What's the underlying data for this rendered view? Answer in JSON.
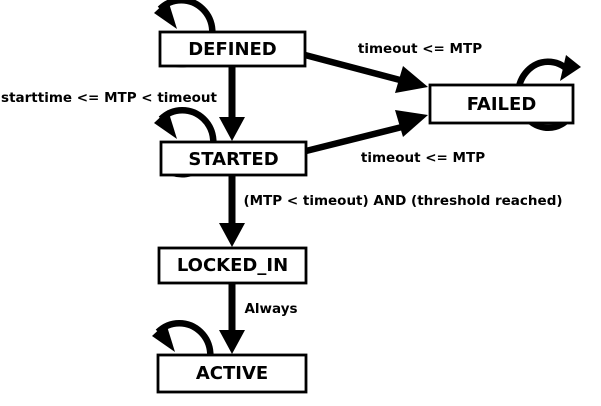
{
  "diagram": {
    "title": "state-machine-diagram",
    "colors": {
      "background": "#ffffff",
      "foreground": "#000000",
      "state_fill": "#ffffff"
    },
    "states": [
      {
        "id": "defined",
        "label": "DEFINED",
        "has_self_loop": true
      },
      {
        "id": "failed",
        "label": "FAILED",
        "has_self_loop": true
      },
      {
        "id": "started",
        "label": "STARTED",
        "has_self_loop": true
      },
      {
        "id": "locked_in",
        "label": "LOCKED_IN",
        "has_self_loop": false
      },
      {
        "id": "active",
        "label": "ACTIVE",
        "has_self_loop": true
      }
    ],
    "transitions": [
      {
        "from": "DEFINED",
        "to": "STARTED",
        "label": "starttime <= MTP < timeout"
      },
      {
        "from": "DEFINED",
        "to": "FAILED",
        "label": "timeout <= MTP"
      },
      {
        "from": "STARTED",
        "to": "FAILED",
        "label": "timeout <= MTP"
      },
      {
        "from": "STARTED",
        "to": "LOCKED_IN",
        "label": "(MTP < timeout) AND (threshold reached)"
      },
      {
        "from": "LOCKED_IN",
        "to": "ACTIVE",
        "label": "Always"
      },
      {
        "from": "DEFINED",
        "to": "DEFINED",
        "label": ""
      },
      {
        "from": "STARTED",
        "to": "STARTED",
        "label": ""
      },
      {
        "from": "FAILED",
        "to": "FAILED",
        "label": ""
      },
      {
        "from": "ACTIVE",
        "to": "ACTIVE",
        "label": ""
      }
    ]
  }
}
